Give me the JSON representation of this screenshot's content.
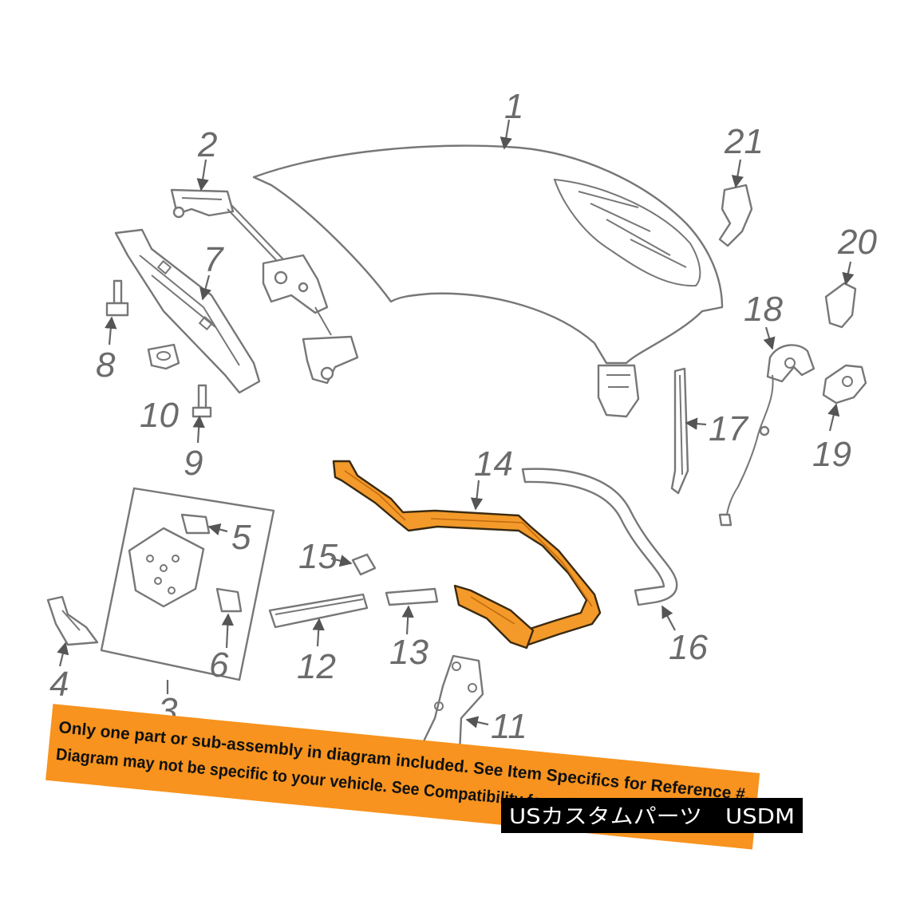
{
  "callouts": {
    "n1": "1",
    "n2": "2",
    "n3": "3",
    "n4": "4",
    "n5": "5",
    "n6": "6",
    "n7": "7",
    "n8": "8",
    "n9": "9",
    "n10": "10",
    "n11": "11",
    "n12": "12",
    "n13": "13",
    "n14": "14",
    "n15": "15",
    "n16": "16",
    "n17": "17",
    "n18": "18",
    "n19": "19",
    "n20": "20",
    "n21": "21"
  },
  "disclaimer": {
    "line1": "Only one part or sub-assembly in diagram included. See Item Specifics for Reference #.",
    "line2": "Diagram may not be specific to your vehicle. See Compatibility for vehicle-specific diagrams.",
    "color": "#f7931e"
  },
  "watermark": {
    "text": "USカスタムパーツ　USDM"
  },
  "highlight_color": "#f39a2a"
}
